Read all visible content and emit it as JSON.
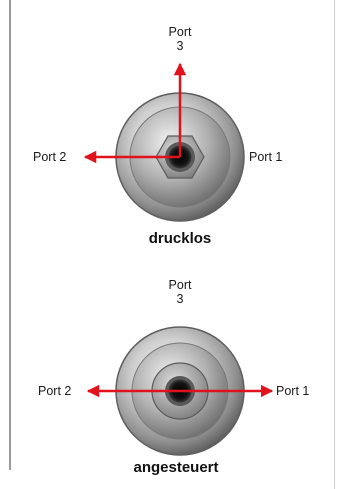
{
  "colors": {
    "arrow": "#e0121c",
    "frame": "#9a9a9a",
    "text": "#1b1b1b"
  },
  "valves": [
    {
      "top_label": [
        "Port",
        "3"
      ],
      "left_label": "Port 2",
      "right_label": "Port 1",
      "caption": "drucklos"
    },
    {
      "top_label": [
        "Port",
        "3"
      ],
      "left_label": "Port 2",
      "right_label": "Port 1",
      "caption": "angesteuert"
    }
  ]
}
